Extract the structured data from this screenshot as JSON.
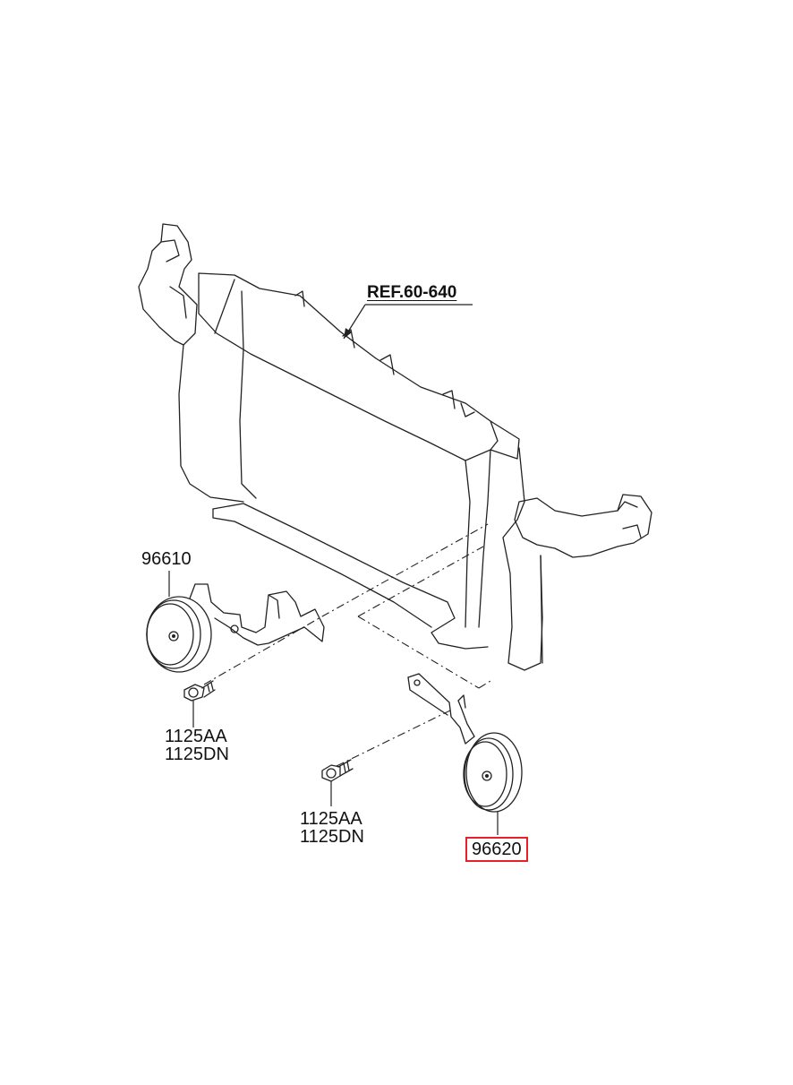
{
  "reference": {
    "label": "REF.60-640"
  },
  "parts": {
    "horn_left": {
      "part_no": "96610"
    },
    "horn_right": {
      "part_no": "96620",
      "highlighted": true,
      "highlight_color": "#e8202a"
    },
    "bolt_left": {
      "part_no_1": "1125AA",
      "part_no_2": "1125DN"
    },
    "bolt_right": {
      "part_no_1": "1125AA",
      "part_no_2": "1125DN"
    }
  }
}
